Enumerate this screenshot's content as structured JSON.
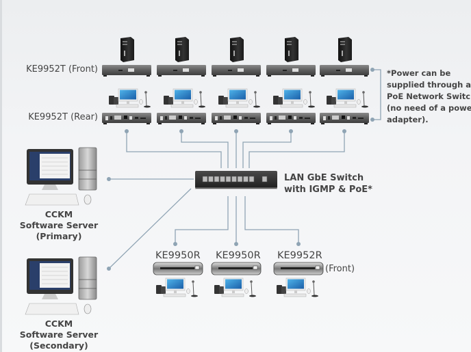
{
  "diagram": {
    "transmitters": {
      "front_label": "KE9952T (Front)",
      "rear_label": "KE9952T (Rear)",
      "count": 5
    },
    "power_note": {
      "lines": [
        "*Power can be",
        "supplied through a",
        "PoE Network Switch",
        "(no need of a power",
        "adapter)."
      ]
    },
    "switch": {
      "lines": [
        "LAN GbE Switch",
        "with IGMP & PoE*"
      ]
    },
    "receivers": [
      {
        "model": "KE9950R"
      },
      {
        "model": "KE9950R"
      },
      {
        "model": "KE9952R",
        "suffix": "(Front)"
      }
    ],
    "servers": [
      {
        "lines": [
          "CCKM",
          "Software Server",
          "(Primary)"
        ]
      },
      {
        "lines": [
          "CCKM",
          "Software Server",
          "(Secondary)"
        ]
      }
    ],
    "colors": {
      "line": "#8fa4b4",
      "device": "#5a5a5a",
      "text": "#444444"
    }
  }
}
